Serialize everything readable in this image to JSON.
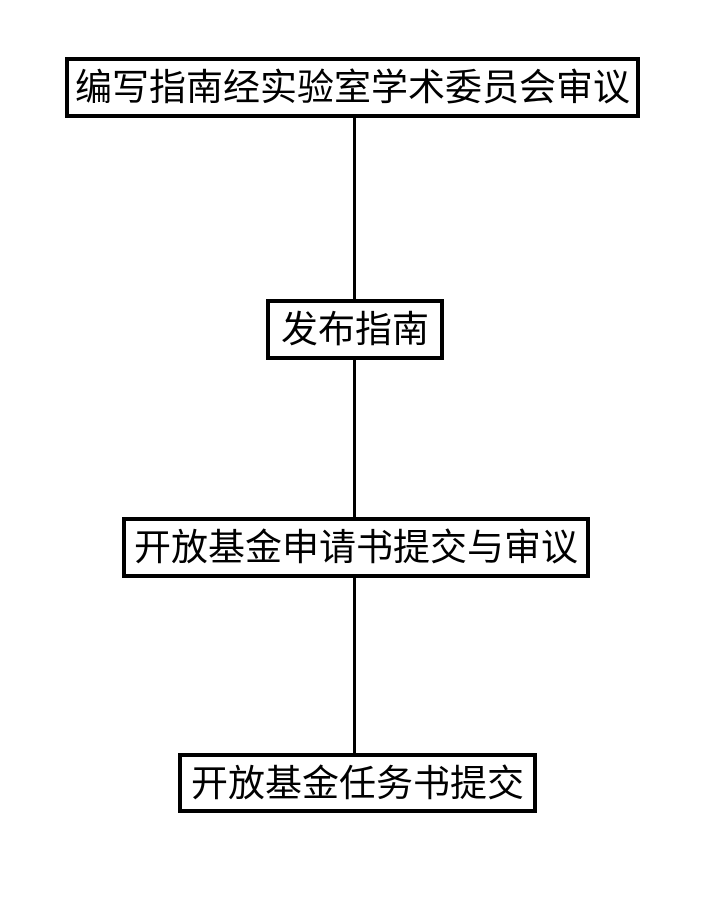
{
  "flowchart": {
    "title": "open-fund-process-flowchart",
    "direction": "top-to-bottom",
    "colors": {
      "background": "#ffffff",
      "node_border": "#000000",
      "node_fill": "#ffffff",
      "text": "#000000",
      "connector": "#000000"
    },
    "nodes": [
      {
        "id": "step-1",
        "label": "编写指南经实验室学术委员会审议"
      },
      {
        "id": "step-2",
        "label": "发布指南"
      },
      {
        "id": "step-3",
        "label": "开放基金申请书提交与审议"
      },
      {
        "id": "step-4",
        "label": "开放基金任务书提交"
      }
    ],
    "edges": [
      {
        "from": "step-1",
        "to": "step-2",
        "style": "plain-line"
      },
      {
        "from": "step-2",
        "to": "step-3",
        "style": "plain-line"
      },
      {
        "from": "step-3",
        "to": "step-4",
        "style": "plain-line"
      }
    ]
  }
}
